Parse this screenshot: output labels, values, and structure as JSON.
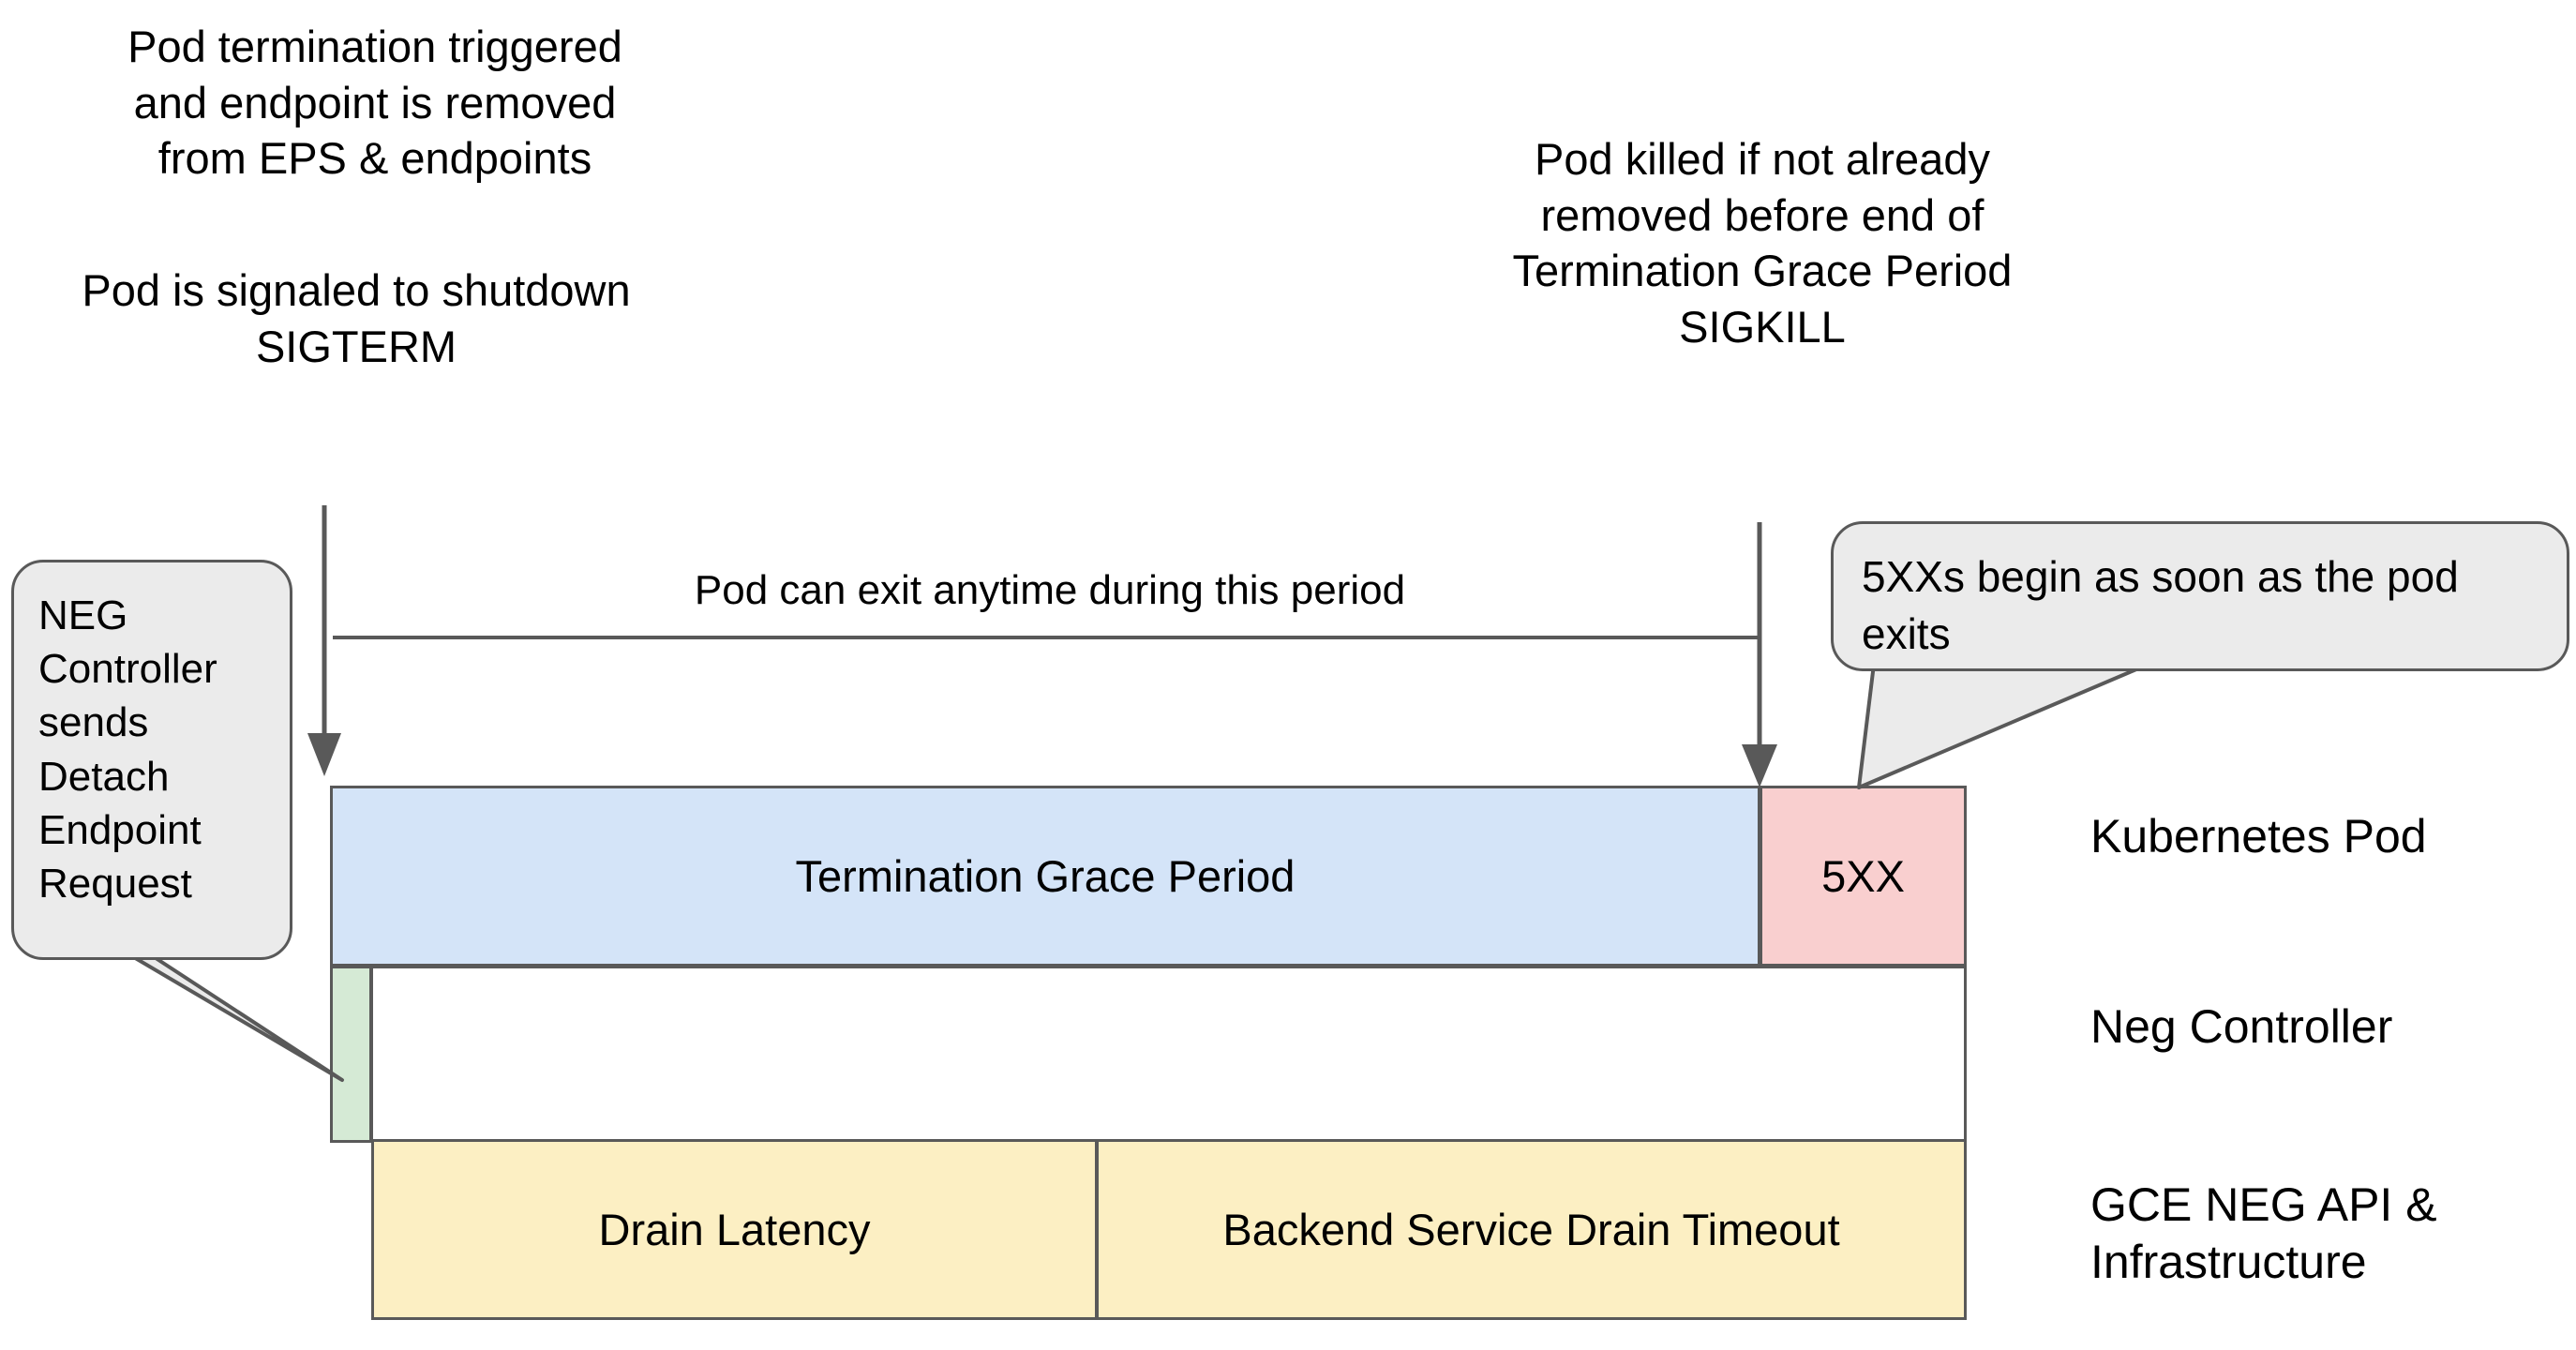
{
  "diagram": {
    "title": "Kubernetes Pod termination and NEG draining timeline",
    "colors": {
      "termination_grace_period": "#d4e4f8",
      "five_xx": "#f9cfcf",
      "neg_detach": "#d5ead5",
      "drain": "#fcefc3",
      "callout_fill": "#ebebeb",
      "stroke": "#595959"
    }
  },
  "notes": {
    "termination_triggered": "Pod termination triggered\nand endpoint is removed\nfrom EPS & endpoints",
    "sigterm": "Pod is signaled to shutdown\nSIGTERM",
    "sigkill": "Pod killed if not already\nremoved before end of\nTermination Grace Period\nSIGKILL"
  },
  "bracket": {
    "exit_text": "Pod can exit anytime during this period"
  },
  "callouts": {
    "neg_controller": "NEG Controller sends Detach Endpoint Request",
    "five_xx": "5XXs begin as soon as the pod exits"
  },
  "bars": {
    "termination_grace_period": "Termination Grace Period",
    "five_xx": "5XX",
    "neg_detach": "",
    "neg_idle": "",
    "drain_latency": "Drain Latency",
    "backend_service_drain_timeout": "Backend Service Drain Timeout"
  },
  "row_labels": {
    "kubernetes_pod": "Kubernetes Pod",
    "neg_controller": "Neg Controller",
    "gce_neg_api": "GCE NEG API &\nInfrastructure"
  }
}
